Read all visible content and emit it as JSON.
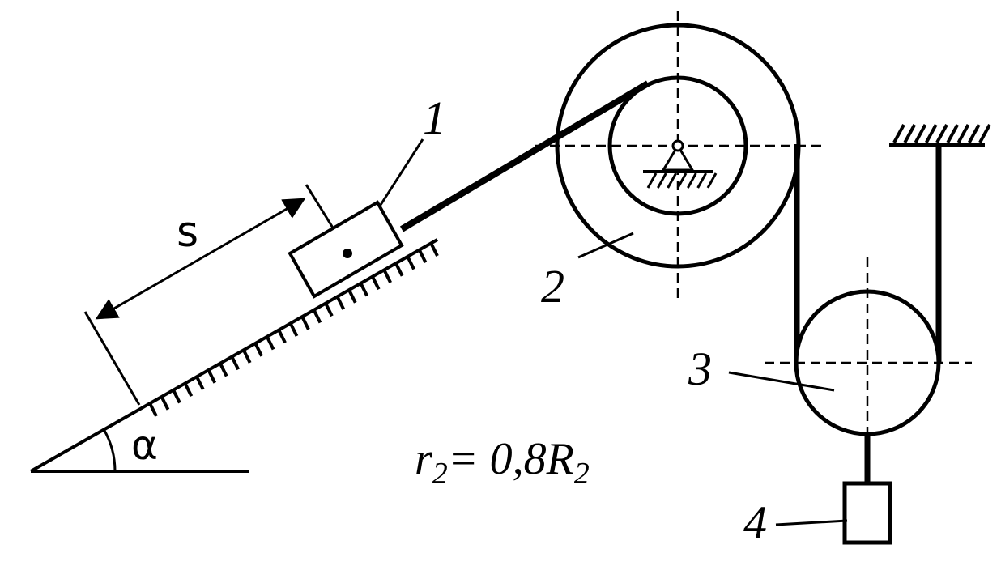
{
  "labels": {
    "body1": "1",
    "body2": "2",
    "body3": "3",
    "body4": "4",
    "distance": "s",
    "angle": "α"
  },
  "formula": {
    "r": "r",
    "r_sub": "2",
    "middle": "= 0,8R",
    "R_sub": "2"
  },
  "colors": {
    "ink": "#000000",
    "background": "#ffffff"
  }
}
